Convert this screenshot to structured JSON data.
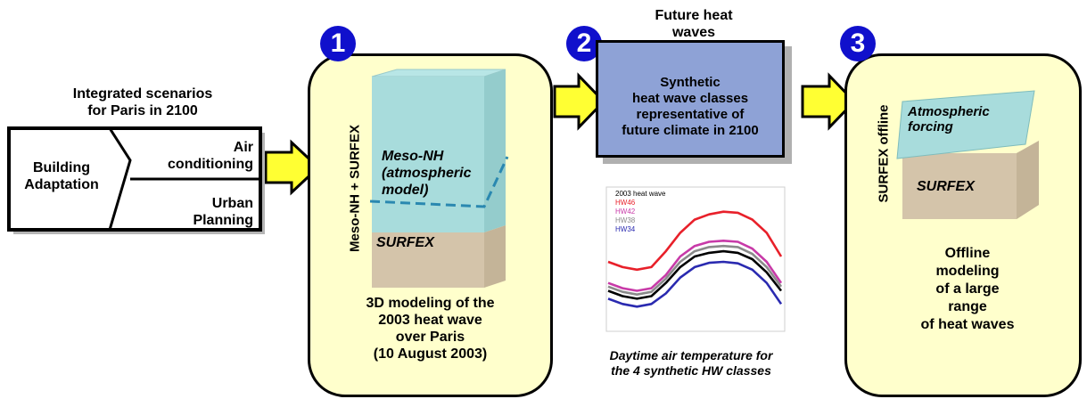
{
  "scenarios": {
    "title_line1": "Integrated scenarios",
    "title_line2": "for Paris in 2100",
    "building_line1": "Building",
    "building_line2": "Adaptation",
    "air_line1": "Air",
    "air_line2": "conditioning",
    "urban_line1": "Urban",
    "urban_line2": "Planning"
  },
  "step1": {
    "badge": "1",
    "vertical_label": "Meso-NH + SURFEX",
    "meso_line1": "Meso-NH",
    "meso_line2": "(atmospheric",
    "meso_line3": "model)",
    "surfex": "SURFEX",
    "desc_line1": "3D modeling of the",
    "desc_line2": "2003 heat wave",
    "desc_line3": "over Paris",
    "desc_line4": "(10 August 2003)"
  },
  "step2": {
    "badge": "2",
    "title_line1": "Future heat",
    "title_line2": "waves",
    "box_line1": "Synthetic",
    "box_line2": "heat wave classes",
    "box_line3": "representative of",
    "box_line4": "future climate in 2100",
    "caption_line1": "Daytime air temperature for",
    "caption_line2": "the 4 synthetic HW classes"
  },
  "step3": {
    "badge": "3",
    "vertical_label": "SURFEX offline",
    "forcing_line1": "Atmospheric",
    "forcing_line2": "forcing",
    "surfex": "SURFEX",
    "desc_line1": "Offline",
    "desc_line2": "modeling",
    "desc_line3": "of a large",
    "desc_line4": "range",
    "desc_line5": "of heat waves"
  },
  "colors": {
    "panel_fill": "#ffffcc",
    "badge": "#1010cc",
    "arrow_fill": "#ffff33",
    "atmosphere": "#a8dcdc",
    "soil": "#d4c4aa",
    "synthetic_box": "#8ea2d6",
    "series_2003": "#000000",
    "series_hw46": "#e8202a",
    "series_hw42": "#c83aa8",
    "series_hw38": "#8a8a8a",
    "series_hw34": "#2a2ab0"
  },
  "chart_data": {
    "type": "line",
    "title": "",
    "xlabel": "",
    "ylabel": "",
    "x": [
      0,
      2,
      4,
      6,
      8,
      10,
      12,
      14,
      16,
      18,
      20,
      22,
      24
    ],
    "series": [
      {
        "name": "2003 heat wave",
        "color": "#000000",
        "values": [
          25.0,
          24.0,
          23.5,
          24.0,
          26.5,
          29.5,
          31.5,
          32.2,
          32.5,
          32.2,
          31.0,
          28.5,
          25.0
        ]
      },
      {
        "name": "HW46",
        "color": "#e8202a",
        "values": [
          30.5,
          29.5,
          29.0,
          29.5,
          32.5,
          36.0,
          38.5,
          39.5,
          40.0,
          39.8,
          38.5,
          36.0,
          31.5
        ]
      },
      {
        "name": "HW42",
        "color": "#c83aa8",
        "values": [
          26.5,
          25.5,
          25.0,
          25.5,
          28.0,
          31.5,
          33.5,
          34.3,
          34.5,
          34.3,
          33.0,
          30.5,
          26.5
        ]
      },
      {
        "name": "HW38",
        "color": "#8a8a8a",
        "values": [
          25.8,
          24.8,
          24.3,
          24.8,
          27.3,
          30.5,
          32.5,
          33.3,
          33.5,
          33.3,
          32.0,
          29.5,
          25.8
        ]
      },
      {
        "name": "HW34",
        "color": "#2a2ab0",
        "values": [
          23.5,
          22.5,
          22.0,
          22.5,
          24.5,
          27.5,
          29.5,
          30.3,
          30.5,
          30.2,
          29.0,
          26.5,
          22.5
        ]
      }
    ],
    "xlim": [
      0,
      24
    ],
    "ylim": [
      18,
      44
    ]
  }
}
